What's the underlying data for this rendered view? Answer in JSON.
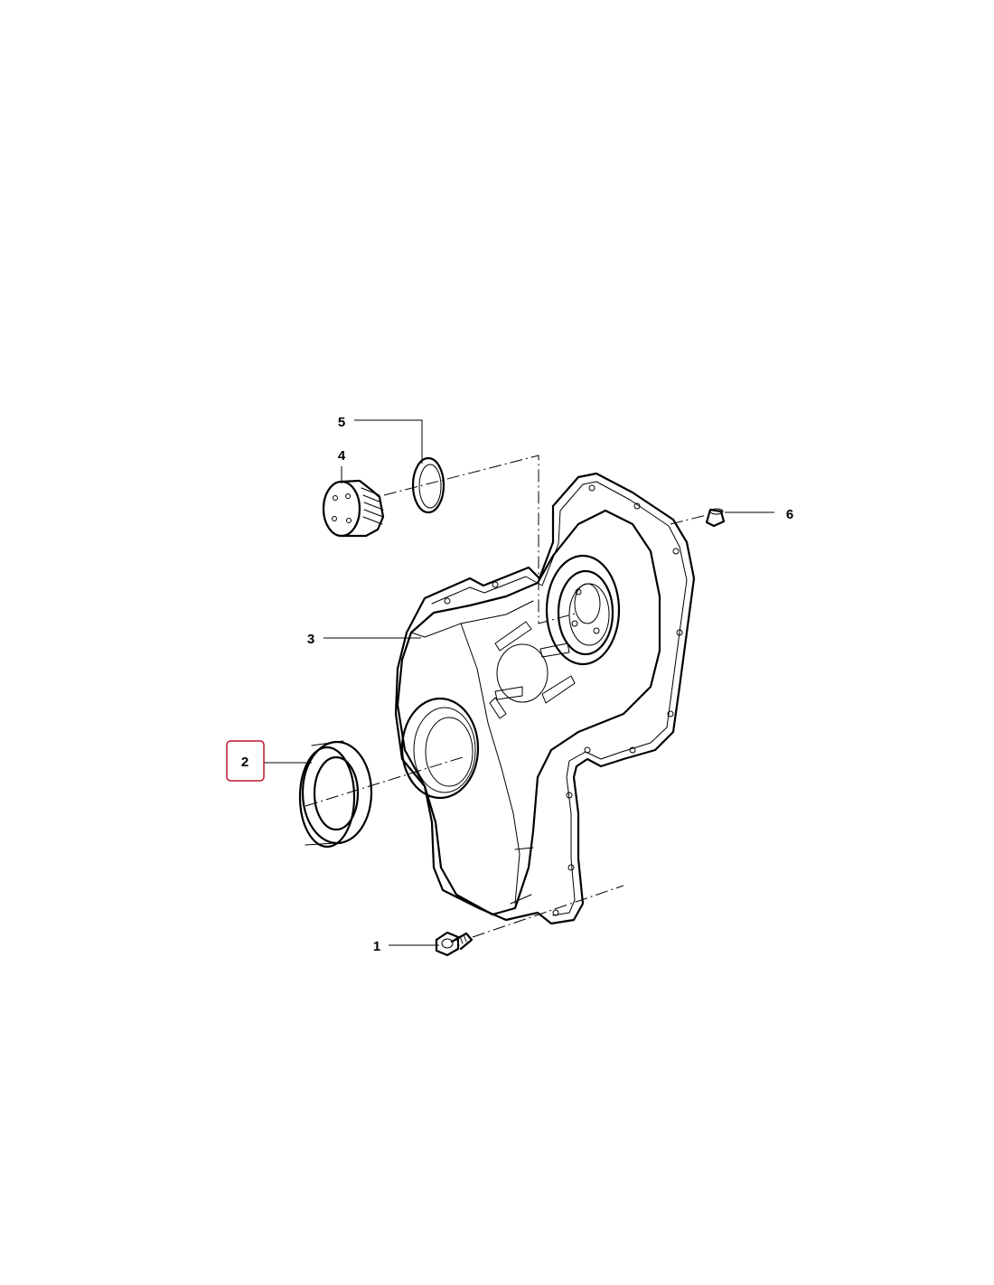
{
  "colors": {
    "line": "#000000",
    "background": "#ffffff",
    "highlight": "#c0142c"
  },
  "callouts": [
    {
      "id": "1",
      "label": "1"
    },
    {
      "id": "2",
      "label": "2",
      "highlighted": true
    },
    {
      "id": "3",
      "label": "3"
    },
    {
      "id": "4",
      "label": "4"
    },
    {
      "id": "5",
      "label": "5"
    },
    {
      "id": "6",
      "label": "6"
    }
  ]
}
